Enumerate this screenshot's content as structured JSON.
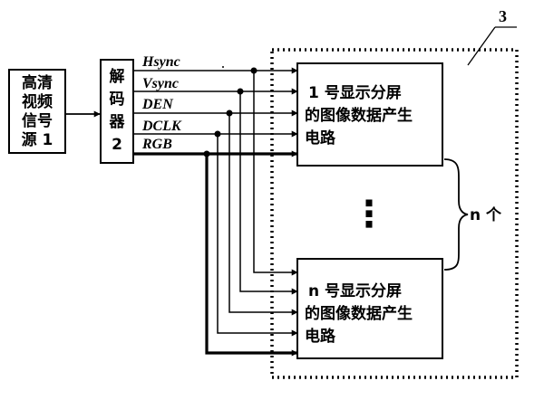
{
  "source": {
    "lines": [
      "高清",
      "视频",
      "信号",
      "源 1"
    ]
  },
  "decoder": {
    "lines": [
      "解",
      "码",
      "器",
      "2"
    ]
  },
  "signals": [
    "Hsync",
    "Vsync",
    "DEN",
    "DCLK",
    "RGB"
  ],
  "screen1": {
    "lines": [
      "1 号显示分屏",
      "的图像数据产生",
      "电路"
    ]
  },
  "screenN": {
    "lines": [
      "n 号显示分屏",
      "的图像数据产生",
      "电路"
    ]
  },
  "ellipsis": "⋮",
  "brace_label": "n 个",
  "group_label": "3"
}
